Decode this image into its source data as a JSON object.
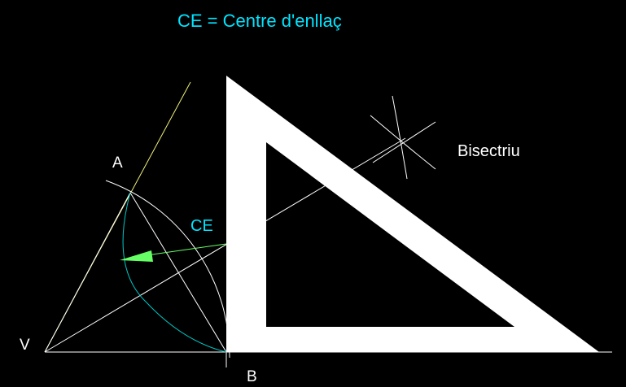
{
  "title": "CE = Centre d'enllaç",
  "labels": {
    "A": "A",
    "B": "B",
    "V": "V",
    "CE": "CE",
    "bisector": "Bisectriu"
  },
  "colors": {
    "background": "#000000",
    "title_text": "#00e5ff",
    "ce_label": "#00e5ff",
    "point_labels": "#ffffff",
    "lines": "#ffffff",
    "ray_VA": "#f0f07a",
    "arc": "#00c8c8",
    "arrow": "#66ff66",
    "set_square": "#ffffff"
  }
}
